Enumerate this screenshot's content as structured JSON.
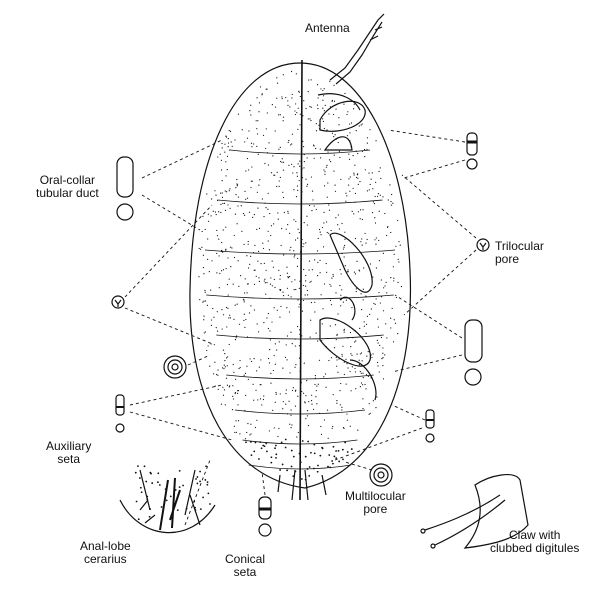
{
  "title": "Mealybug morphology diagram",
  "labels": {
    "antenna": "Antenna",
    "oral_collar": [
      "Oral-collar",
      "tubular duct"
    ],
    "trilocular": [
      "Trilocular",
      "pore"
    ],
    "auxiliary": [
      "Auxiliary",
      "seta"
    ],
    "anal_lobe": [
      "Anal-lobe",
      "cerarius"
    ],
    "conical": [
      "Conical",
      "seta"
    ],
    "multilocular": [
      "Multilocular",
      "pore"
    ],
    "claw": [
      "Claw with",
      "clubbed digitules"
    ]
  },
  "colors": {
    "ink": "#111111",
    "background": "#ffffff"
  }
}
